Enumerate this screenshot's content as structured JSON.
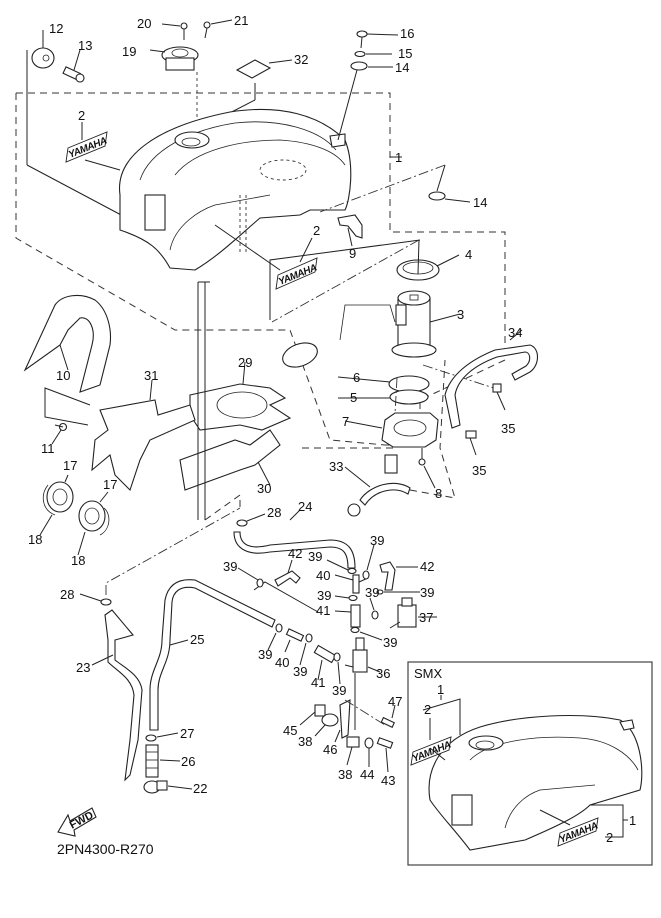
{
  "diagram": {
    "drawing_code": "2PN4300-R270",
    "direction_indicator": "FWD",
    "inset_title": "SMX",
    "decal_text": "YAMAHA",
    "callouts": [
      {
        "id": "c1",
        "text": "1",
        "part": "fuel tank assembly"
      },
      {
        "id": "c2a",
        "text": "2",
        "part": "emblem (left)"
      },
      {
        "id": "c2b",
        "text": "2",
        "part": "emblem (right)"
      },
      {
        "id": "c3",
        "text": "3",
        "part": "fuel pump"
      },
      {
        "id": "c4",
        "text": "4",
        "part": "ring nut"
      },
      {
        "id": "c5",
        "text": "5",
        "part": "O-ring"
      },
      {
        "id": "c6",
        "text": "6",
        "part": "O-ring"
      },
      {
        "id": "c7",
        "text": "7",
        "part": "pump bracket"
      },
      {
        "id": "c8",
        "text": "8",
        "part": "bolt"
      },
      {
        "id": "c9",
        "text": "9",
        "part": "damper"
      },
      {
        "id": "c10",
        "text": "10",
        "part": "cover"
      },
      {
        "id": "c11",
        "text": "11",
        "part": "bolt"
      },
      {
        "id": "c12",
        "text": "12",
        "part": "collar"
      },
      {
        "id": "c13",
        "text": "13",
        "part": "bolt"
      },
      {
        "id": "c14a",
        "text": "14",
        "part": "damper"
      },
      {
        "id": "c14b",
        "text": "14",
        "part": "damper"
      },
      {
        "id": "c15",
        "text": "15",
        "part": "washer"
      },
      {
        "id": "c16",
        "text": "16",
        "part": "bolt"
      },
      {
        "id": "c17a",
        "text": "17",
        "part": "grommet"
      },
      {
        "id": "c17b",
        "text": "17",
        "part": "grommet"
      },
      {
        "id": "c18a",
        "text": "18",
        "part": "clip"
      },
      {
        "id": "c18b",
        "text": "18",
        "part": "clip"
      },
      {
        "id": "c19",
        "text": "19",
        "part": "tank cap"
      },
      {
        "id": "c20",
        "text": "20",
        "part": "bolt"
      },
      {
        "id": "c21",
        "text": "21",
        "part": "bolt"
      },
      {
        "id": "c22",
        "text": "22",
        "part": "holder"
      },
      {
        "id": "c23",
        "text": "23",
        "part": "breather hose"
      },
      {
        "id": "c24",
        "text": "24",
        "part": "hose"
      },
      {
        "id": "c25",
        "text": "25",
        "part": "drain hose"
      },
      {
        "id": "c26",
        "text": "26",
        "part": "spring"
      },
      {
        "id": "c27",
        "text": "27",
        "part": "clip"
      },
      {
        "id": "c28a",
        "text": "28",
        "part": "clip"
      },
      {
        "id": "c28b",
        "text": "28",
        "part": "clip"
      },
      {
        "id": "c29",
        "text": "29",
        "part": "heat protector"
      },
      {
        "id": "c30",
        "text": "30",
        "part": "protector"
      },
      {
        "id": "c31",
        "text": "31",
        "part": "protector"
      },
      {
        "id": "c32",
        "text": "32",
        "part": "label"
      },
      {
        "id": "c33",
        "text": "33",
        "part": "fuel hose"
      },
      {
        "id": "c34",
        "text": "34",
        "part": "hose"
      },
      {
        "id": "c35a",
        "text": "35",
        "part": "clamp"
      },
      {
        "id": "c35b",
        "text": "35",
        "part": "clamp"
      },
      {
        "id": "c36",
        "text": "36",
        "part": "valve"
      },
      {
        "id": "c37",
        "text": "37",
        "part": "valve"
      },
      {
        "id": "c38a",
        "text": "38",
        "part": "clamp"
      },
      {
        "id": "c38b",
        "text": "38",
        "part": "clamp"
      },
      {
        "id": "c39a",
        "text": "39",
        "part": "clip"
      },
      {
        "id": "c39b",
        "text": "39",
        "part": "clip"
      },
      {
        "id": "c39c",
        "text": "39",
        "part": "clip"
      },
      {
        "id": "c39d",
        "text": "39",
        "part": "clip"
      },
      {
        "id": "c39e",
        "text": "39",
        "part": "clip"
      },
      {
        "id": "c39f",
        "text": "39",
        "part": "clip"
      },
      {
        "id": "c39g",
        "text": "39",
        "part": "clip"
      },
      {
        "id": "c39h",
        "text": "39",
        "part": "clip"
      },
      {
        "id": "c39i",
        "text": "39",
        "part": "clip"
      },
      {
        "id": "c39j",
        "text": "39",
        "part": "clip"
      },
      {
        "id": "c40a",
        "text": "40",
        "part": "joint"
      },
      {
        "id": "c40b",
        "text": "40",
        "part": "joint"
      },
      {
        "id": "c41a",
        "text": "41",
        "part": "hose"
      },
      {
        "id": "c41b",
        "text": "41",
        "part": "hose"
      },
      {
        "id": "c42a",
        "text": "42",
        "part": "hose"
      },
      {
        "id": "c42b",
        "text": "42",
        "part": "hose"
      },
      {
        "id": "c43",
        "text": "43",
        "part": "bolt"
      },
      {
        "id": "c44",
        "text": "44",
        "part": "washer"
      },
      {
        "id": "c45",
        "text": "45",
        "part": "bracket"
      },
      {
        "id": "c46",
        "text": "46",
        "part": "bracket"
      },
      {
        "id": "c47",
        "text": "47",
        "part": "bolt"
      },
      {
        "id": "s1a",
        "text": "1",
        "part": "SMX fuel tank (top)"
      },
      {
        "id": "s2a",
        "text": "2",
        "part": "SMX emblem (top)"
      },
      {
        "id": "s1b",
        "text": "1",
        "part": "SMX fuel tank (side)"
      },
      {
        "id": "s2b",
        "text": "2",
        "part": "SMX emblem (side)"
      }
    ]
  }
}
